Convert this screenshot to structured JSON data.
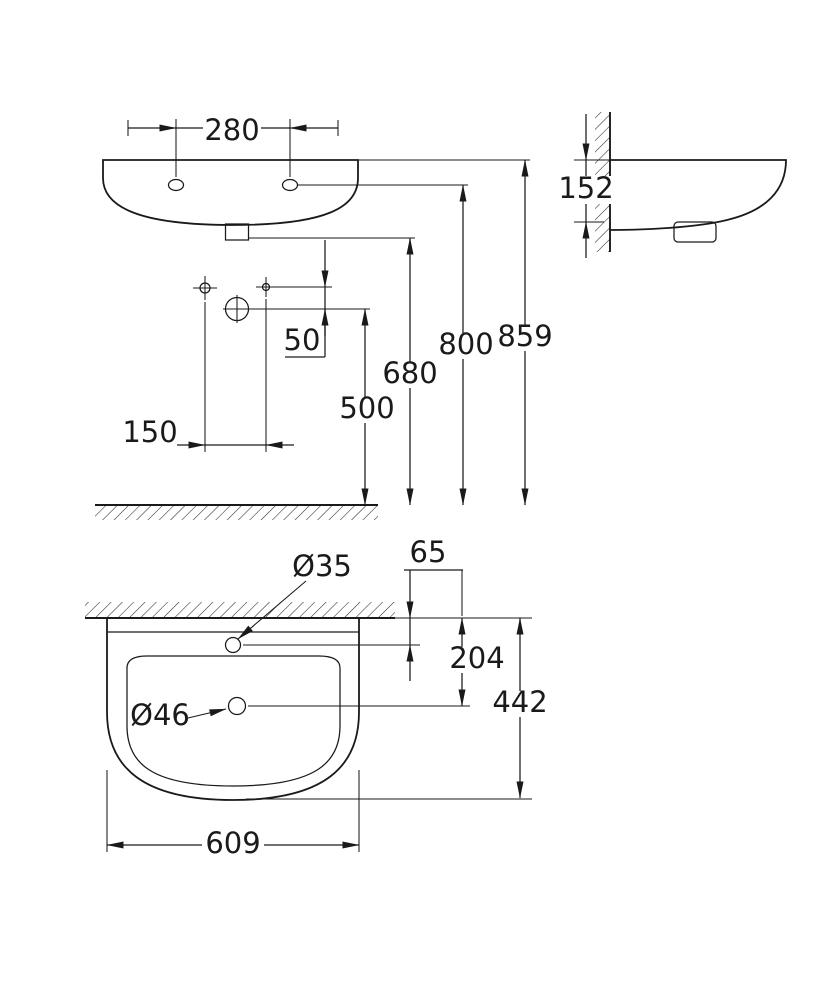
{
  "front": {
    "d280": "280",
    "d50": "50",
    "d150": "150",
    "d500": "500",
    "d680": "680",
    "d800": "800",
    "d859": "859"
  },
  "side": {
    "d152": "152"
  },
  "plan": {
    "d65": "65",
    "d204": "204",
    "d442": "442",
    "d609": "609",
    "tap_hole": "Ø35",
    "drain_hole": "Ø46"
  },
  "colors": {
    "line": "#1a1a1a",
    "background": "#ffffff",
    "hatch": "#2a2a2a"
  }
}
